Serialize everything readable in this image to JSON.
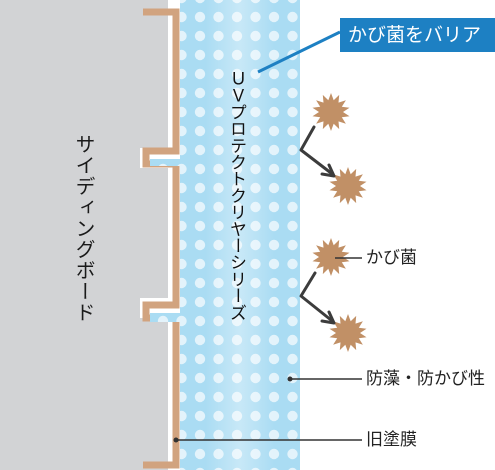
{
  "siding_label": "サイディングボード",
  "coating_label": "ＵＶプロテクトクリヤーシリーズ",
  "callout": "かび菌をバリア",
  "labels": {
    "mold": "かび菌",
    "antialgae": "防藻・防かび性",
    "old_film": "旧塗膜"
  },
  "colors": {
    "siding": "#d2d3d5",
    "old_film": "#d1a37f",
    "coating": "#aadcf3",
    "dots": "#e3f3fb",
    "callout": "#1d80c3",
    "spore": "#c19066",
    "arrow": "#3c3c3c"
  }
}
